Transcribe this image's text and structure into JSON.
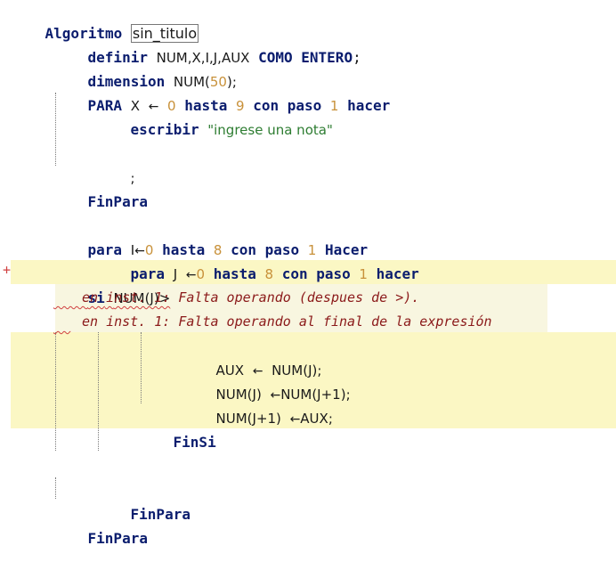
{
  "editor": {
    "gutter_marker": "+",
    "lines": {
      "l1": {
        "kw": "Algoritmo",
        "name": "sin_titulo"
      },
      "l2": {
        "kw1": "definir",
        "vars": "NUM,X,I,J,AUX",
        "kw2": "COMO ENTERO",
        "end": ";"
      },
      "l3": {
        "kw": "dimension",
        "id": "NUM(",
        "num": "50",
        "end": ");"
      },
      "l4": {
        "kw1": "PARA",
        "id": "X",
        "arrow": "←",
        "n1": "0",
        "kw2": "hasta",
        "n2": "9",
        "kw3": "con paso",
        "n3": "1",
        "kw4": "hacer"
      },
      "l5": {
        "kw": "escribir",
        "str": "\"ingrese una nota\""
      },
      "l6": {
        "text": ";"
      },
      "l7": {
        "kw": "FinPara"
      },
      "l8": {
        "kw1": "para",
        "id": "I",
        "arrow": "←",
        "n1": "0",
        "kw2": "hasta",
        "n2": "8",
        "kw3": "con paso",
        "n3": "1",
        "kw4": "Hacer"
      },
      "l9": {
        "kw1": "para",
        "id": "J",
        "arrow": "←",
        "n1": "0",
        "kw2": "hasta",
        "n2": "8",
        "kw3": "con paso",
        "n3": "1",
        "kw4": "hacer"
      },
      "l10": {
        "kw": "si",
        "cond": "NUM(J)>"
      },
      "err1": "en inst. 1: Falta operando (despues de >).",
      "err2": "en inst. 1: Falta operando al final de la expresión",
      "l11": {
        "a": "AUX",
        "arrow": "←",
        "b": "NUM(J);"
      },
      "l12": {
        "a": "NUM(J)",
        "arrow": "←",
        "b": "NUM(J+1);"
      },
      "l13": {
        "a": "NUM(J+1)",
        "arrow": "←",
        "b": "AUX;"
      },
      "l14": {
        "kw": "FinSi"
      },
      "l15": {
        "kw": "FinPara"
      },
      "l16": {
        "kw": "FinPara"
      }
    },
    "colors": {
      "keyword": "#0b1d6e",
      "number": "#c8913a",
      "string": "#2e7d32",
      "error_text": "#8b1a1a",
      "highlight": "#fbf7c4"
    }
  }
}
